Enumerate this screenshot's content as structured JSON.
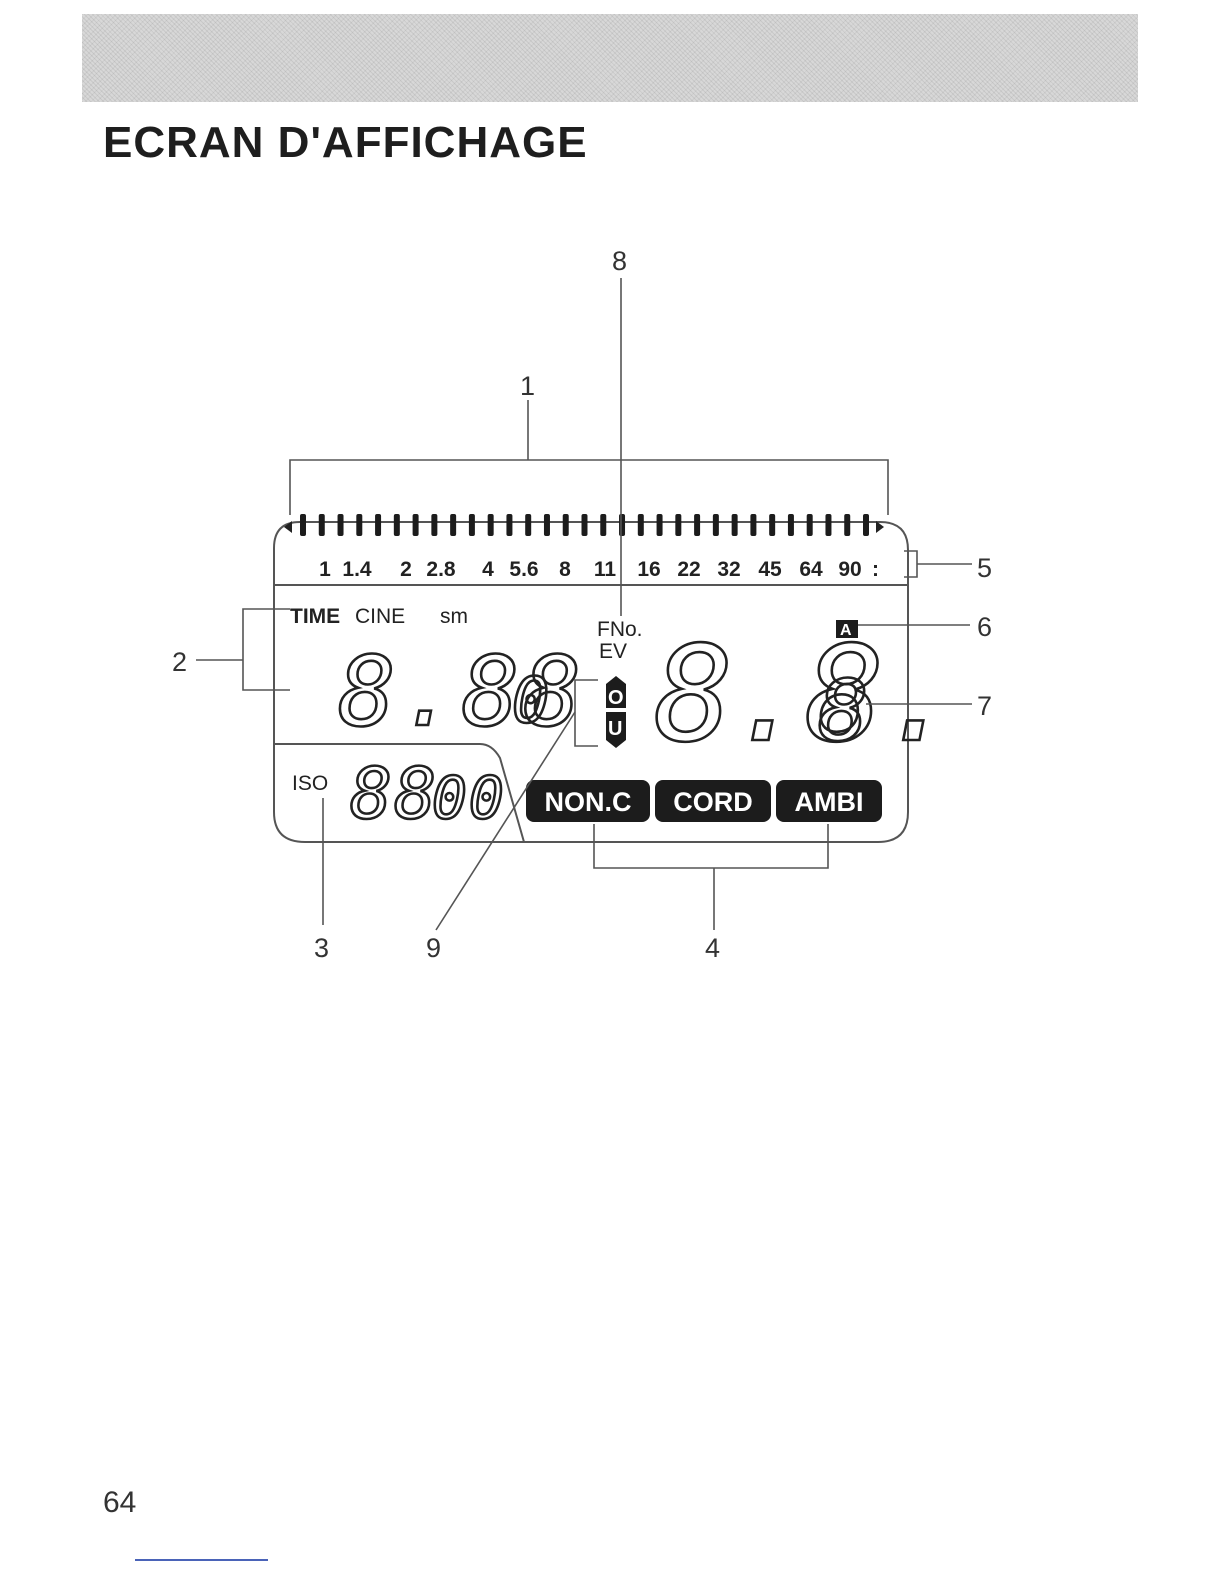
{
  "page": {
    "title": "ECRAN D'AFFICHAGE",
    "page_number": "64"
  },
  "callouts": [
    {
      "id": "1",
      "label": "1"
    },
    {
      "id": "2",
      "label": "2"
    },
    {
      "id": "3",
      "label": "3"
    },
    {
      "id": "4",
      "label": "4"
    },
    {
      "id": "5",
      "label": "5"
    },
    {
      "id": "6",
      "label": "6"
    },
    {
      "id": "7",
      "label": "7"
    },
    {
      "id": "8",
      "label": "8"
    },
    {
      "id": "9",
      "label": "9"
    }
  ],
  "lcd": {
    "aperture_scale": [
      "1",
      "1.4",
      "2",
      "2.8",
      "4",
      "5.6",
      "8",
      "11",
      "16",
      "22",
      "32",
      "45",
      "64",
      "90"
    ],
    "tick_count": 31,
    "mode_labels": {
      "time": "TIME",
      "cine": "CINE",
      "unit": "sm"
    },
    "shutter_digits": "8.88",
    "shutter_small_digit": "0",
    "fno_label": "FNo.",
    "ev_label": "EV",
    "over_label": "O",
    "under_label": "U",
    "main_digits": "8.8.",
    "main_small_digit": "8",
    "auto_mark": "A",
    "iso_label": "ISO",
    "iso_digits": "88",
    "iso_small_digits": "00",
    "modes": [
      "NON.C",
      "CORD",
      "AMBI"
    ]
  },
  "colors": {
    "ink": "#1a1a1a",
    "header_band": "#d8d8d8",
    "badge_fill": "#1c1c1c",
    "footer_rule": "#4a63b8"
  }
}
